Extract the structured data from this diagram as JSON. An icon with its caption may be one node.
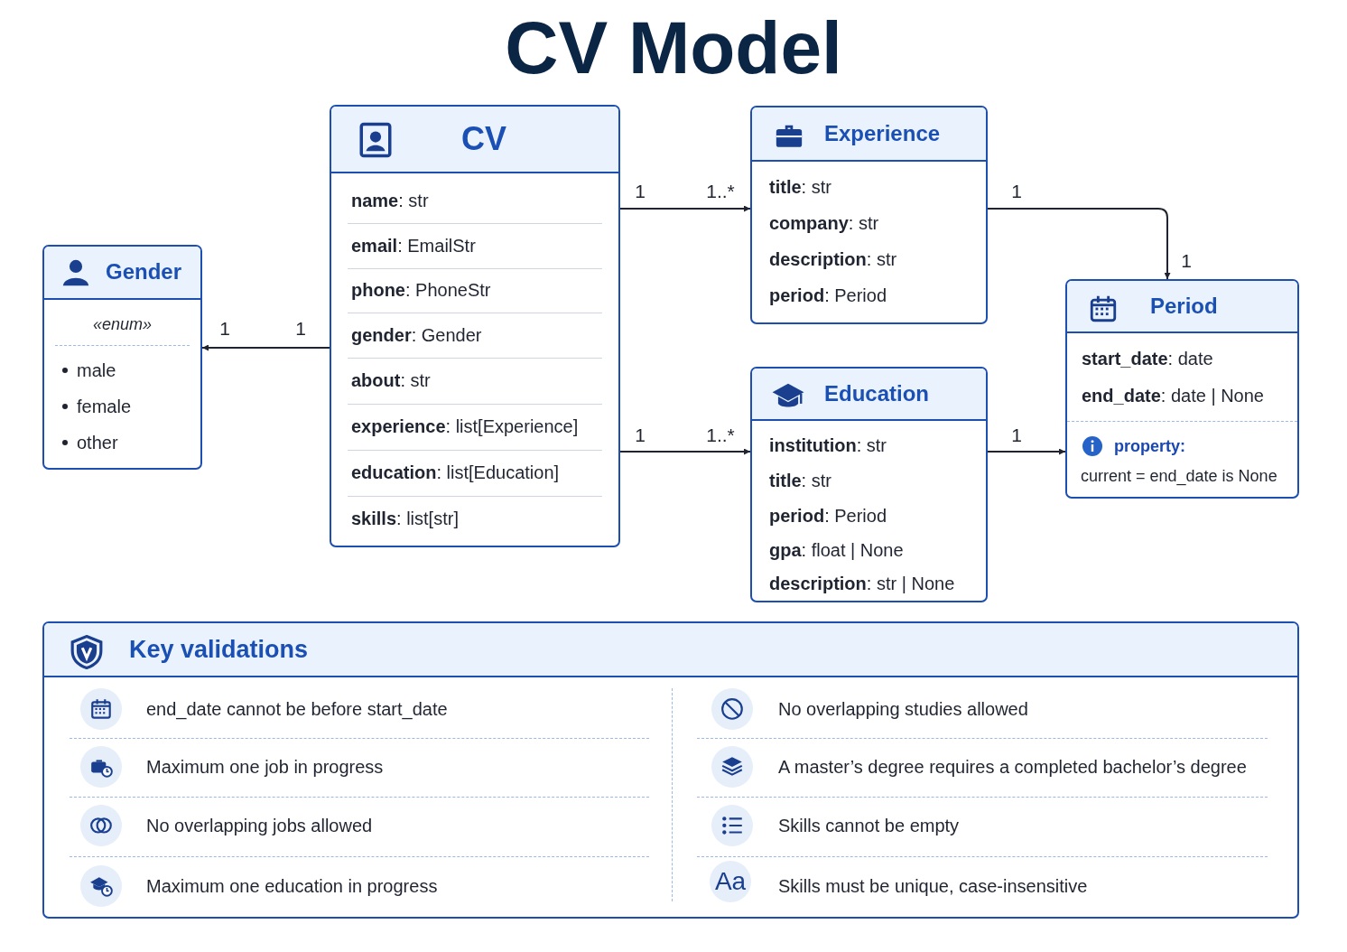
{
  "diagram": {
    "title": "CV Model",
    "nodes": [
      {
        "text": [
          "CV",
          "**name**: str",
          "**email**: EmailStr",
          "**phone**: PhoneStr",
          "**gender**: Gender",
          "**about**: str",
          "**experience**: list[Experience]",
          "**education**: list[Education]",
          "**skills**: list[str]"
        ]
      },
      {
        "text": [
          "Gender",
          "«enum»",
          "male",
          "female",
          "other"
        ]
      },
      {
        "text": [
          "Experience",
          "**title**: str",
          "**company**: str",
          "**description**: str",
          "**period**: Period"
        ]
      },
      {
        "text": [
          "Education",
          "**institution**: str",
          "**title**: str",
          "**period**: Period",
          "**gpa**: float | None",
          "**description**: str | None"
        ]
      },
      {
        "text": [
          "Period",
          "**start_date**: date",
          "**end_date**: date | None",
          "property:",
          "current = end_date is None"
        ]
      },
      {
        "text": [
          "Key validations",
          "end_date cannot be before start_date",
          "Maximum one job in progress",
          "No overlapping jobs allowed",
          "Maximum one education in progress",
          "No overlapping studies allowed",
          "A master’s degree requires a completed bachelor’s degree",
          "Skills cannot be empty",
          "Skills must be unique, case-insensitive"
        ]
      }
    ],
    "edges": [
      {
        "from": 0,
        "to": 2,
        "arrow": "to"
      },
      {
        "from": 0,
        "to": 1,
        "arrow": "to"
      },
      {
        "from": 0,
        "to": 3,
        "arrow": "to"
      },
      {
        "from": 2,
        "to": 4,
        "arrow": "to"
      },
      {
        "from": 3,
        "to": 4,
        "arrow": "to"
      }
    ],
    "labels": [
      "1",
      "1..*",
      "1",
      "1",
      "1",
      "1",
      "1",
      "1..*",
      "1",
      "Aa"
    ]
  }
}
